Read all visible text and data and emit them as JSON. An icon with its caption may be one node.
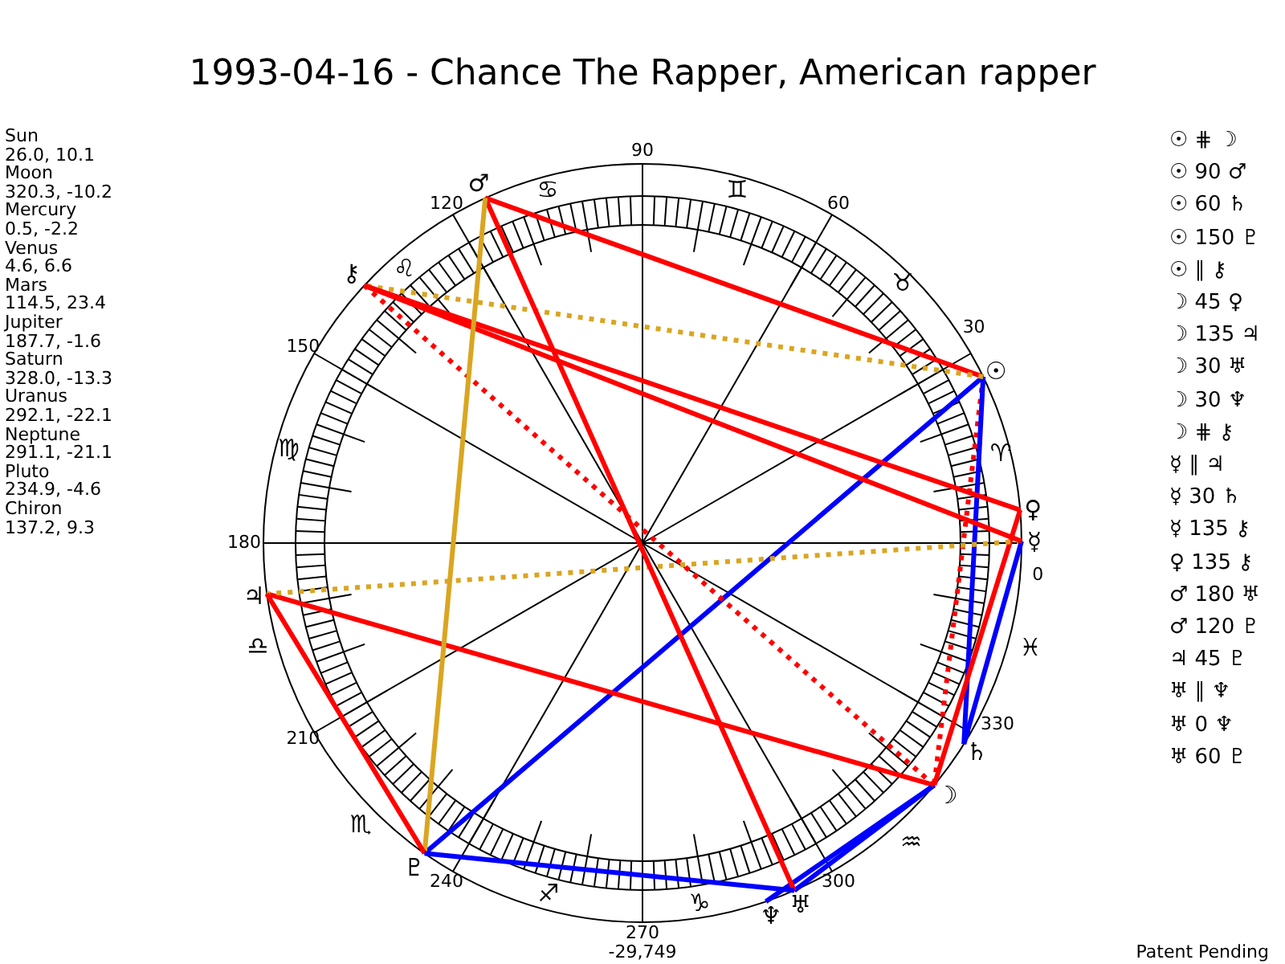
{
  "diagram": {
    "title": "1993-04-16 - Chance The Rapper, American rapper",
    "nodes": [
      {
        "text": [
          "☉"
        ]
      },
      {
        "text": [
          "☽"
        ]
      },
      {
        "text": [
          "☿"
        ]
      },
      {
        "text": [
          "♀"
        ]
      },
      {
        "text": [
          "♂"
        ]
      },
      {
        "text": [
          "♃"
        ]
      },
      {
        "text": [
          "♄"
        ]
      },
      {
        "text": [
          "♅"
        ]
      },
      {
        "text": [
          "♆"
        ]
      },
      {
        "text": [
          "♇"
        ]
      },
      {
        "text": [
          "⚷"
        ]
      }
    ],
    "edges": [
      {
        "from": 0,
        "to": 1,
        "arrow": "none",
        "style": "dashed"
      },
      {
        "from": 0,
        "to": 4,
        "arrow": "none"
      },
      {
        "from": 0,
        "to": 6,
        "arrow": "none",
        "color": "#0000ff"
      },
      {
        "from": 0,
        "to": 9,
        "arrow": "none",
        "color": "#0000ff"
      },
      {
        "from": 0,
        "to": 10,
        "arrow": "none",
        "style": "dashed",
        "color": "#daa520"
      },
      {
        "from": 1,
        "to": 3,
        "arrow": "none"
      },
      {
        "from": 1,
        "to": 5,
        "arrow": "none"
      },
      {
        "from": 1,
        "to": 7,
        "arrow": "none",
        "color": "#0000ff"
      },
      {
        "from": 1,
        "to": 8,
        "arrow": "none",
        "color": "#0000ff"
      },
      {
        "from": 1,
        "to": 10,
        "arrow": "none",
        "style": "dashed"
      },
      {
        "from": 2,
        "to": 5,
        "arrow": "none",
        "style": "dashed",
        "color": "#daa520"
      },
      {
        "from": 2,
        "to": 6,
        "arrow": "none",
        "color": "#0000ff"
      },
      {
        "from": 2,
        "to": 10,
        "arrow": "none"
      },
      {
        "from": 3,
        "to": 10,
        "arrow": "none"
      },
      {
        "from": 4,
        "to": 7,
        "arrow": "none"
      },
      {
        "from": 4,
        "to": 9,
        "arrow": "none",
        "color": "#daa520"
      },
      {
        "from": 5,
        "to": 9,
        "arrow": "none"
      },
      {
        "from": 7,
        "to": 9,
        "arrow": "none",
        "color": "#0000ff"
      }
    ],
    "labels": [
      "Sun",
      "26.0, 10.1",
      "Moon",
      "320.3, -10.2",
      "Mercury",
      "0.5, -2.2",
      "Venus",
      "4.6, 6.6",
      "Mars",
      "114.5, 23.4",
      "Jupiter",
      "187.7, -1.6",
      "Saturn",
      "328.0, -13.3",
      "Uranus",
      "292.1, -22.1",
      "Neptune",
      "291.1, -21.1",
      "Pluto",
      "234.9, -4.6",
      "Chiron",
      "137.2, 9.3",
      "0",
      "30",
      "60",
      "90",
      "120",
      "150",
      "180",
      "210",
      "240",
      "270",
      "300",
      "330",
      "♈",
      "♉",
      "♊",
      "♋",
      "♌",
      "♍",
      "♎",
      "♏",
      "♐",
      "♑",
      "♒",
      "♓",
      "☉ ⋕ ☽",
      "☉ 90 ♂",
      "☉ 60 ♄",
      "☉ 150 ♇",
      "☉ ∥ ⚷",
      "☽ 45 ♀",
      "☽ 135 ♃",
      "☽ 30 ♅",
      "☽ 30 ♆",
      "☽ ⋕ ⚷",
      "☿ ∥ ♃",
      "☿ 30 ♄",
      "☿ 135 ⚷",
      "♀ 135 ⚷",
      "♂ 180 ♅",
      "♂ 120 ♇",
      "♃ 45 ♇",
      "♅ ∥ ♆",
      "♅ 0 ♆",
      "♅ 60 ♇",
      "-29,749",
      "Patent Pending"
    ]
  }
}
